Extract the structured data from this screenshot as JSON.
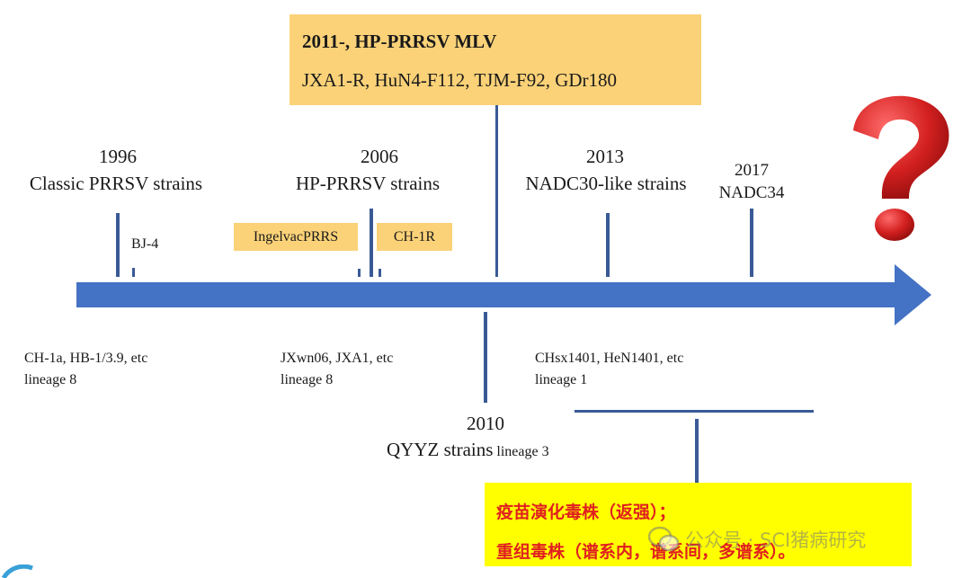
{
  "top_box": {
    "title": "2011-, HP-PRRSV MLV",
    "strains": "JXA1-R, HuN4-F112, TJM-F92, GDr180"
  },
  "milestones_above": {
    "m1996": {
      "year": "1996",
      "label": "Classic PRRSV strains"
    },
    "m2006": {
      "year": "2006",
      "label": "HP-PRRSV strains"
    },
    "m2013": {
      "year": "2013",
      "label": "NADC30-like strains"
    },
    "m2017": {
      "year": "2017",
      "label": "NADC34"
    }
  },
  "vaccines": {
    "bj4": "BJ-4",
    "ingelvac": "IngelvacPRRS",
    "ch1r": "CH-1R"
  },
  "below": {
    "group1": {
      "strains": "CH-1a, HB-1/3.9, etc",
      "lineage": "lineage 8"
    },
    "group2": {
      "strains": "JXwn06, JXA1, etc",
      "lineage": "lineage 8"
    },
    "group3": {
      "strains": "CHsx1401, HeN1401, etc",
      "lineage": "lineage 1"
    }
  },
  "m2010": {
    "year": "2010",
    "label": "QYYZ strains",
    "lineage": "lineage 3"
  },
  "note": {
    "line1": "疫苗演化毒株（返强）；",
    "line2": "重组毒株（谱系内，谱系间，多谱系）。"
  },
  "watermark": "公众号 · SCI猪病研究",
  "colors": {
    "arrow": "#4472c4",
    "tag_fill": "#fbd278",
    "note_fill": "#ffff00",
    "note_text": "#e02020",
    "question_mark": "#d42020"
  },
  "icons": {
    "question": "question-mark-icon",
    "wechat": "wechat-icon"
  }
}
